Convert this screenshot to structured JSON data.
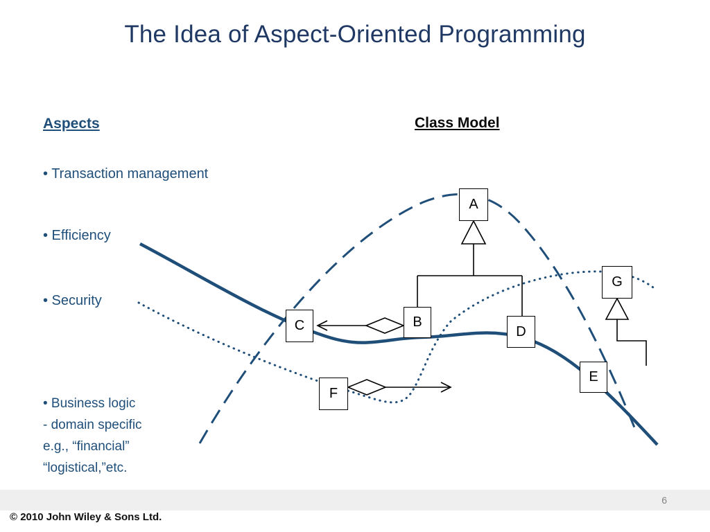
{
  "slide": {
    "title": "The Idea of Aspect-Oriented Programming",
    "footer": "© 2010 John Wiley & Sons Ltd.",
    "page_number": "6"
  },
  "aspects": {
    "heading": "Aspects",
    "items": [
      "• Transaction management",
      "• Efficiency",
      "• Security"
    ],
    "business": [
      "• Business logic",
      "- domain specific",
      "e.g., “financial”",
      "“logistical,”etc."
    ]
  },
  "class_model": {
    "heading": "Class Model",
    "classes": [
      "A",
      "B",
      "C",
      "D",
      "E",
      "F",
      "G"
    ]
  },
  "colors": {
    "title": "#1F3864",
    "text_blue": "#1F4E79",
    "curve_blue": "#1F4E79",
    "page_number_gray": "#828282"
  }
}
